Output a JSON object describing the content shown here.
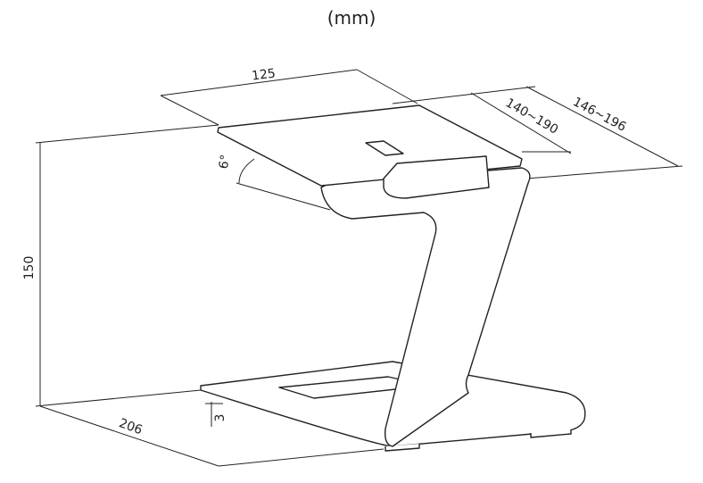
{
  "units": "(mm)",
  "dimensions": {
    "width": "125",
    "depth_inner": "140~190",
    "depth_outer": "146~196",
    "angle": "6°",
    "height": "150",
    "base_depth": "206",
    "base_thickness": "3"
  }
}
